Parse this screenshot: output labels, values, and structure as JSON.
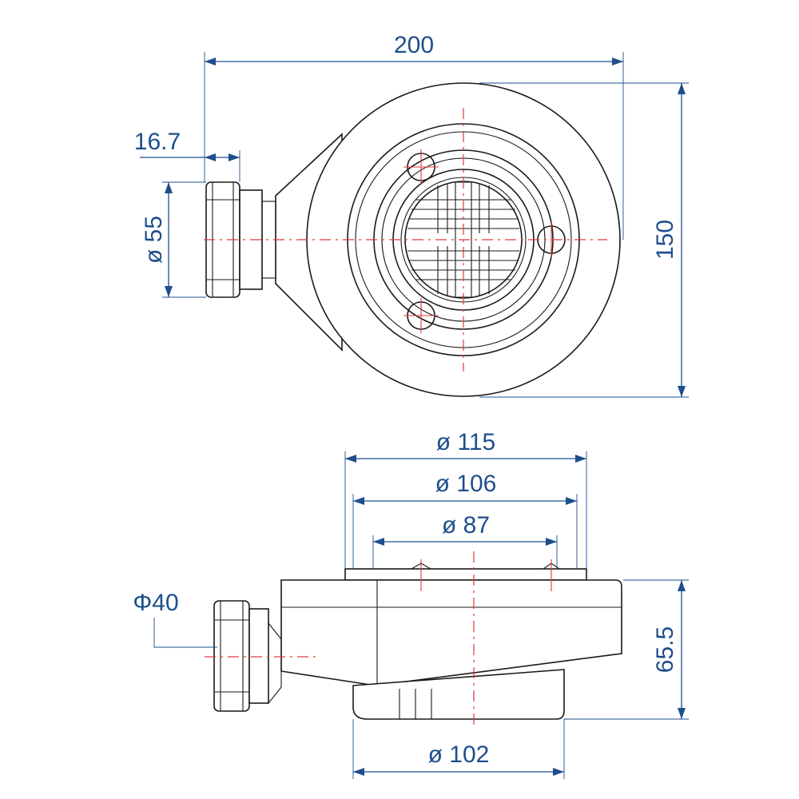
{
  "colors": {
    "dimension": "#1e4f8c",
    "centerline": "#e03a3a",
    "outline": "#1a1a1a",
    "background": "#ffffff"
  },
  "top_view": {
    "dim_width": "200",
    "dim_height": "150",
    "dim_offset": "16.7",
    "dim_outlet": "ø 55"
  },
  "side_view": {
    "dim_flange_outer": "ø 115",
    "dim_flange_mid": "ø 106",
    "dim_flange_inner": "ø 87",
    "dim_height": "65.5",
    "dim_outlet": "Φ40",
    "dim_bottom": "ø 102"
  }
}
